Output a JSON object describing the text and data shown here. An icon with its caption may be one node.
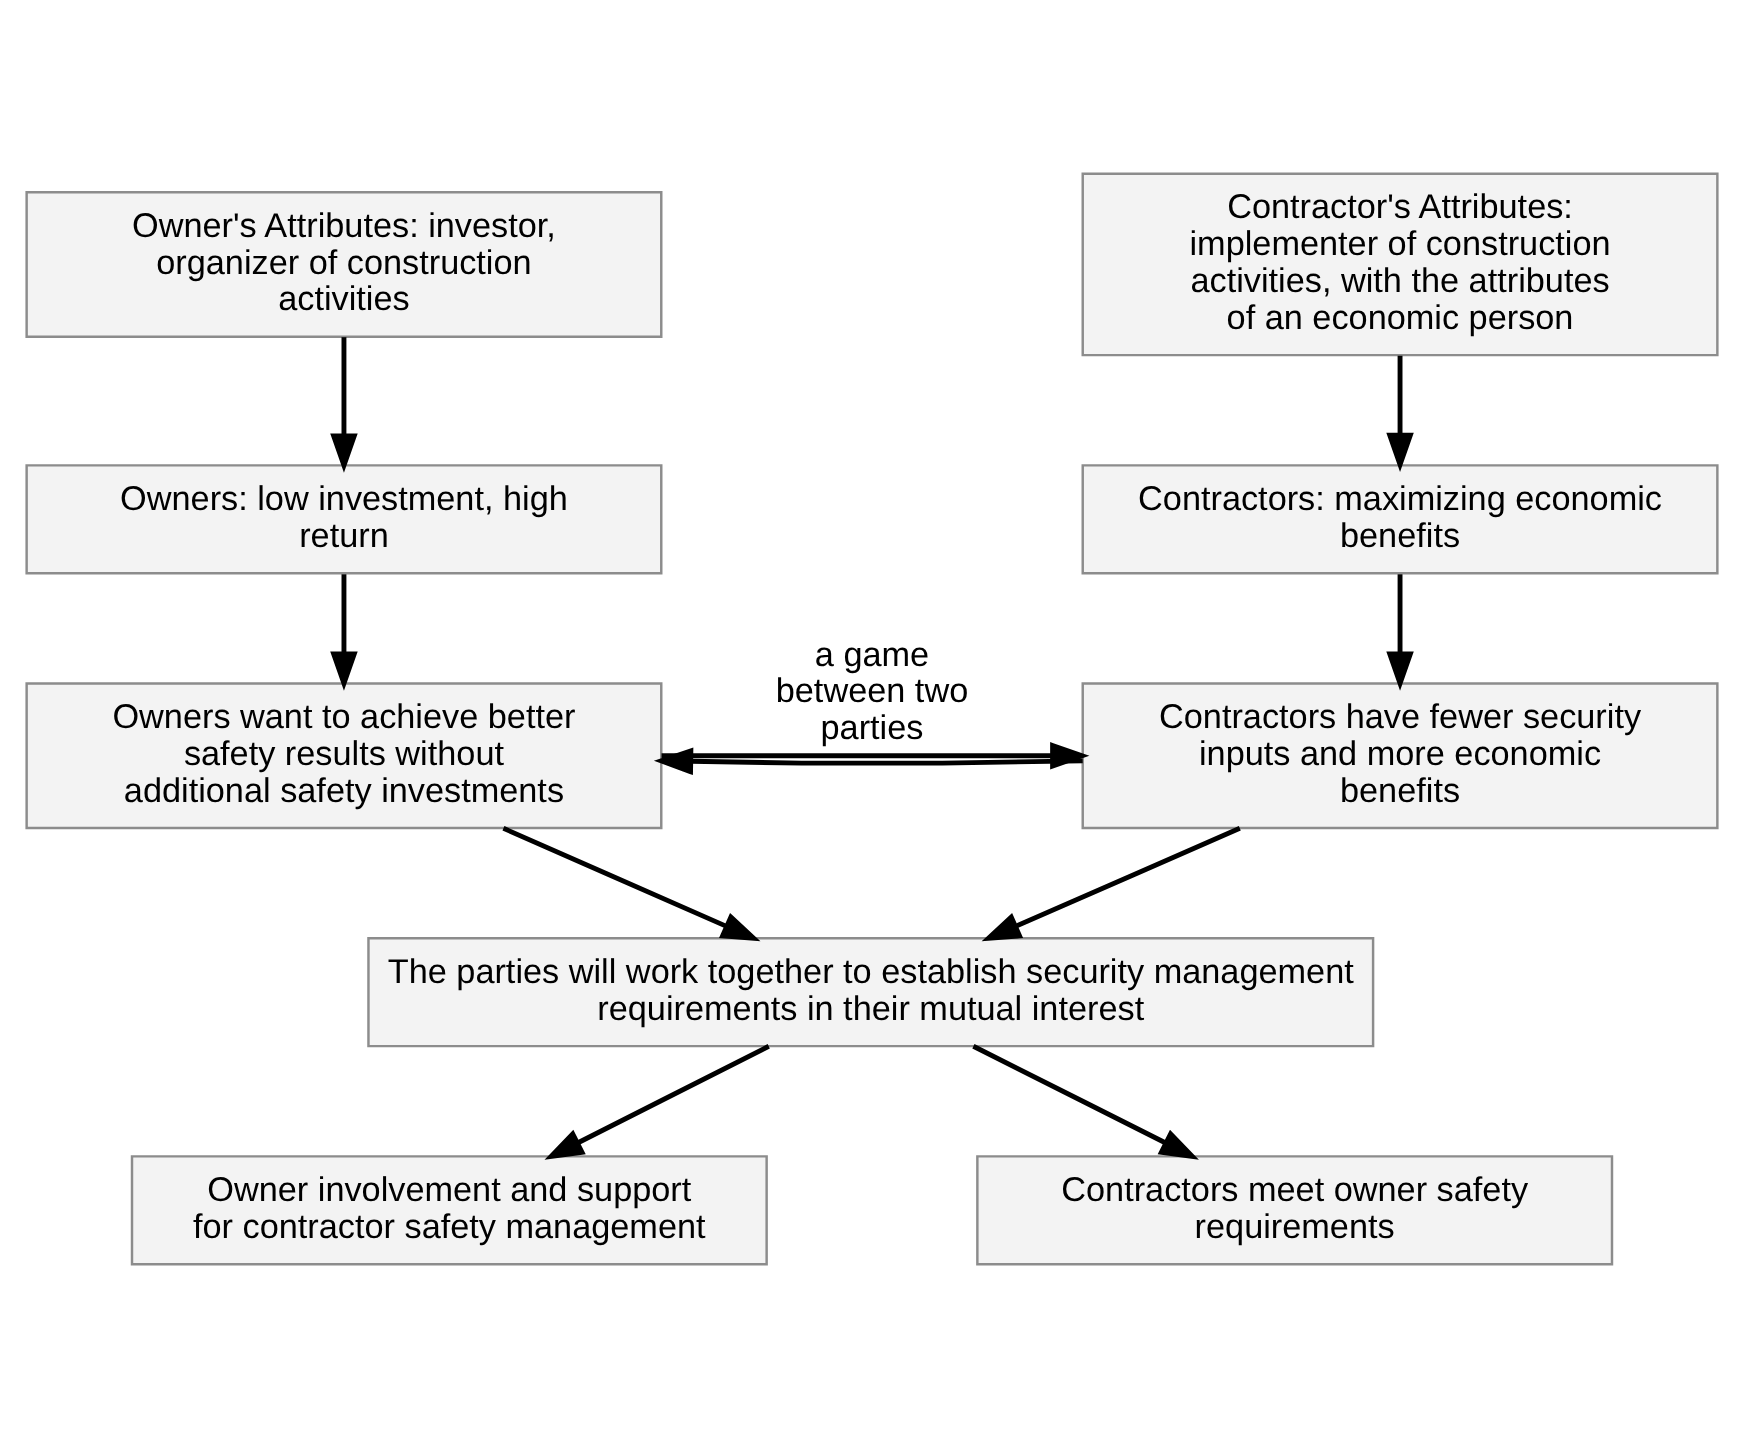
{
  "diagram": {
    "nodes": [
      {
        "text": [
          "Owner's Attributes: investor, organizer of construction activities"
        ]
      },
      {
        "text": [
          "Contractor's Attributes: implementer of construction activities, with the attributes of an economic person"
        ]
      },
      {
        "text": [
          "Owners: low investment, high return"
        ]
      },
      {
        "text": [
          "Contractors: maximizing economic benefits"
        ]
      },
      {
        "text": [
          "Owners want to achieve better safety results without additional safety investments"
        ]
      },
      {
        "text": [
          "Contractors have fewer security inputs and more economic benefits"
        ]
      },
      {
        "text": [
          "The parties will work together to establish security management requirements in their mutual interest"
        ]
      },
      {
        "text": [
          "Owner involvement and support for contractor safety management"
        ]
      },
      {
        "text": [
          "Contractors meet owner safety requirements"
        ]
      }
    ],
    "edges": [
      {
        "from": 0,
        "to": 2,
        "arrow": "to"
      },
      {
        "from": 1,
        "to": 3,
        "arrow": "to"
      },
      {
        "from": 2,
        "to": 4,
        "arrow": "to"
      },
      {
        "from": 3,
        "to": 5,
        "arrow": "to"
      },
      {
        "from": 4,
        "to": 5,
        "arrow": "to",
        "label": "a game between two parties"
      },
      {
        "from": 5,
        "to": 4,
        "arrow": "to"
      },
      {
        "from": 4,
        "to": 6,
        "arrow": "to"
      },
      {
        "from": 5,
        "to": 6,
        "arrow": "to"
      },
      {
        "from": 6,
        "to": 7,
        "arrow": "to"
      },
      {
        "from": 6,
        "to": 8,
        "arrow": "to"
      }
    ]
  }
}
